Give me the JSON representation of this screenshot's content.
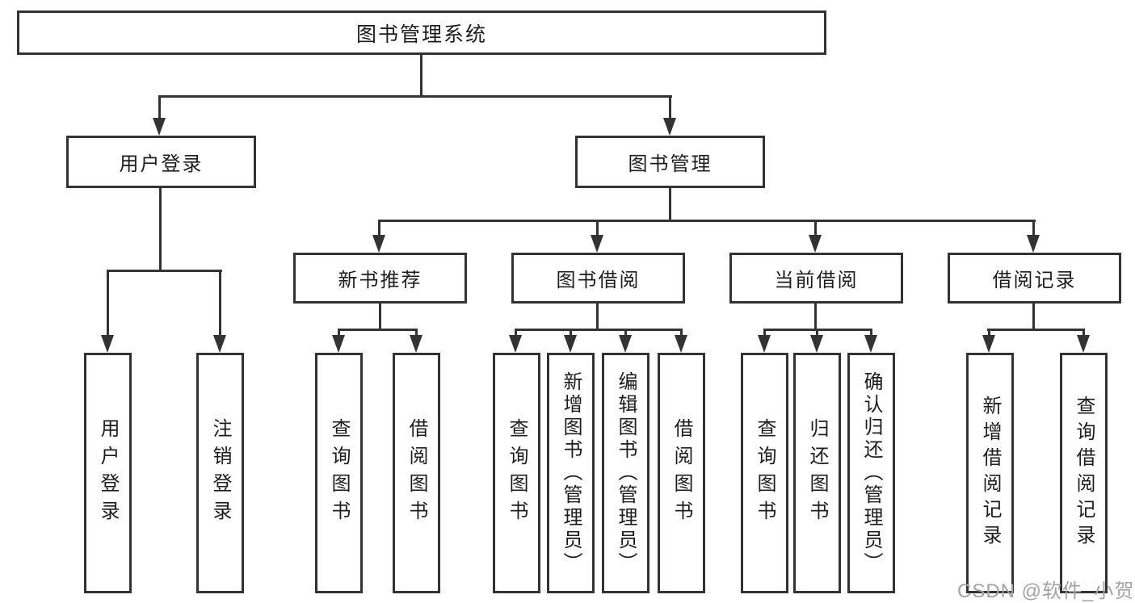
{
  "diagram": {
    "type": "tree",
    "root": {
      "label": "图书管理系统"
    },
    "branches": [
      {
        "label": "用户登录",
        "children": [
          {
            "label": "用户登录"
          },
          {
            "label": "注销登录"
          }
        ]
      },
      {
        "label": "图书管理",
        "children": [
          {
            "label": "新书推荐",
            "children": [
              {
                "label": "查询图书"
              },
              {
                "label": "借阅图书"
              }
            ]
          },
          {
            "label": "图书借阅",
            "children": [
              {
                "label": "查询图书"
              },
              {
                "label": "新增图书（管理员）"
              },
              {
                "label": "编辑图书（管理员）"
              },
              {
                "label": "借阅图书"
              }
            ]
          },
          {
            "label": "当前借阅",
            "children": [
              {
                "label": "查询图书"
              },
              {
                "label": "归还图书"
              },
              {
                "label": "确认归还（管理员）"
              }
            ]
          },
          {
            "label": "借阅记录",
            "children": [
              {
                "label": "新增借阅记录"
              },
              {
                "label": "查询借阅记录"
              }
            ]
          }
        ]
      }
    ],
    "watermark": {
      "text": "CSDN @软件_小贺同学"
    },
    "colors": {
      "line": "#333333",
      "text": "#1d1d1d",
      "watermark": "#a3a3a3",
      "background": "#ffffff"
    }
  }
}
